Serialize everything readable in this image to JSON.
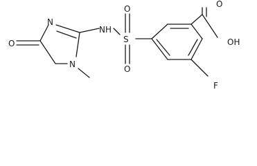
{
  "atom_labels": {
    "carbonyl_oxygen": "O",
    "ring_nitrogen_imine": "N",
    "ring_nitrogen_methyl": "N",
    "amine_nh": "NH",
    "sulfur": "S",
    "sulfonyl_oxygen_top": "O",
    "sulfonyl_oxygen_bottom": "O",
    "acid_oxygen_top": "O",
    "acid_hydroxyl": "OH",
    "fluorine": "F"
  }
}
